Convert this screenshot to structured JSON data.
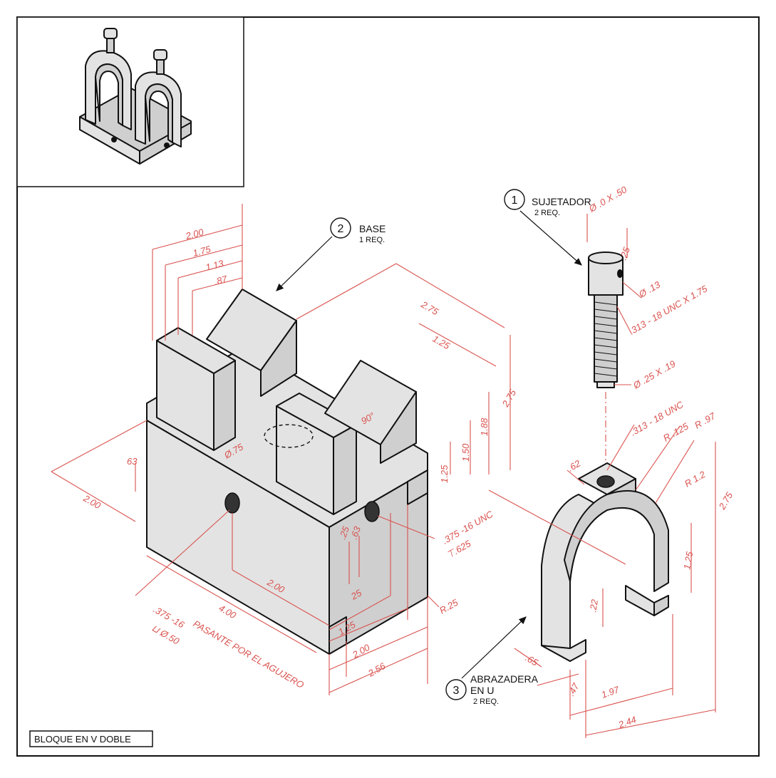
{
  "title_block": {
    "text": "BLOQUE EN V DOBLE"
  },
  "parts": [
    {
      "number": "1",
      "name": "SUJETADOR",
      "qty": "2 REQ."
    },
    {
      "number": "2",
      "name": "BASE",
      "qty": "1 REQ."
    },
    {
      "number": "3",
      "name": "ABRAZADERA",
      "name2": "EN U",
      "qty": "2 REQ."
    }
  ],
  "dimensions": {
    "base": {
      "d_2_00_top": "2.00",
      "d_1_75": "1.75",
      "d_1_13": "1.13",
      "d_87": ".87",
      "d_2_75_len": "2.75",
      "d_1_25_top": "1.25",
      "d_2_75_h": "2.75",
      "d_1_88": "1.88",
      "d_1_50": "1.50",
      "d_1_25_side": "1.25",
      "d_90": "90°",
      "d_63_left": "63",
      "d_2_00_left": "2.00",
      "d_dia_75": "Ø.75",
      "d_25_side": ".25",
      "d_63_side": ".63",
      "d_2_00_bottom": "2.00",
      "d_4_00": "4.00",
      "d_25_bottom": "25",
      "d_1_25_bottom": "1.25",
      "d_2_00_bottom2": "2.00",
      "d_2_56": "2.56",
      "d_r25": "R.25",
      "note_thread_1": ".375 -16 UNC",
      "note_thread_2": "⊤.625",
      "note_tap_1": ".375 -16",
      "note_tap_2": "⊔ Ø.50",
      "note_tap_3": "PASANTE POR EL AGUJERO"
    },
    "fastener": {
      "d_top": "Ø .0 X .50",
      "d_25": ".25",
      "d_dia13": "Ø .13",
      "d_thread": ".313 - 18 UNC X 1.75",
      "d_end": "Ø .25 X .19"
    },
    "clamp": {
      "d_thread": ".313 - 18 UNC",
      "d_r125": "R .125",
      "d_r97": "R .97",
      "d_62": ".62",
      "d_r12": "R 1.2",
      "d_2_75": "2.75",
      "d_1_25": "1.25",
      "d_22": ".22",
      "d_65": ".65",
      "d_47": ".47",
      "d_1_97": "1.97",
      "d_2_44": "2.44"
    }
  }
}
